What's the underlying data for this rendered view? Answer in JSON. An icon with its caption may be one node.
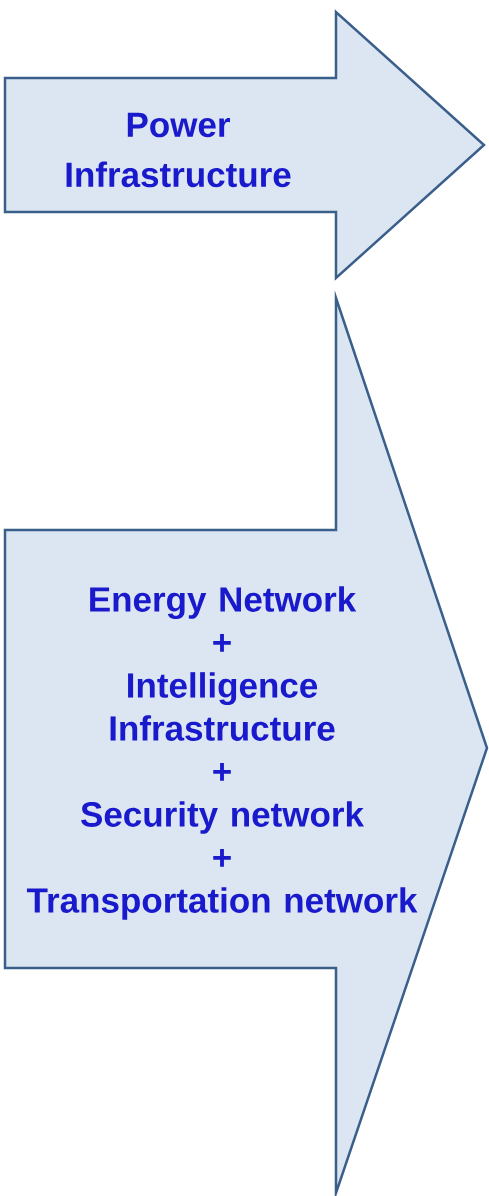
{
  "diagram": {
    "nodes": [
      {
        "text": [
          "Power Infrastructure"
        ]
      },
      {
        "text": [
          "Energy Network",
          "+",
          "Intelligence Infrastructure",
          "+",
          "Security network",
          "+",
          "Transportation network"
        ]
      }
    ],
    "edges": []
  }
}
